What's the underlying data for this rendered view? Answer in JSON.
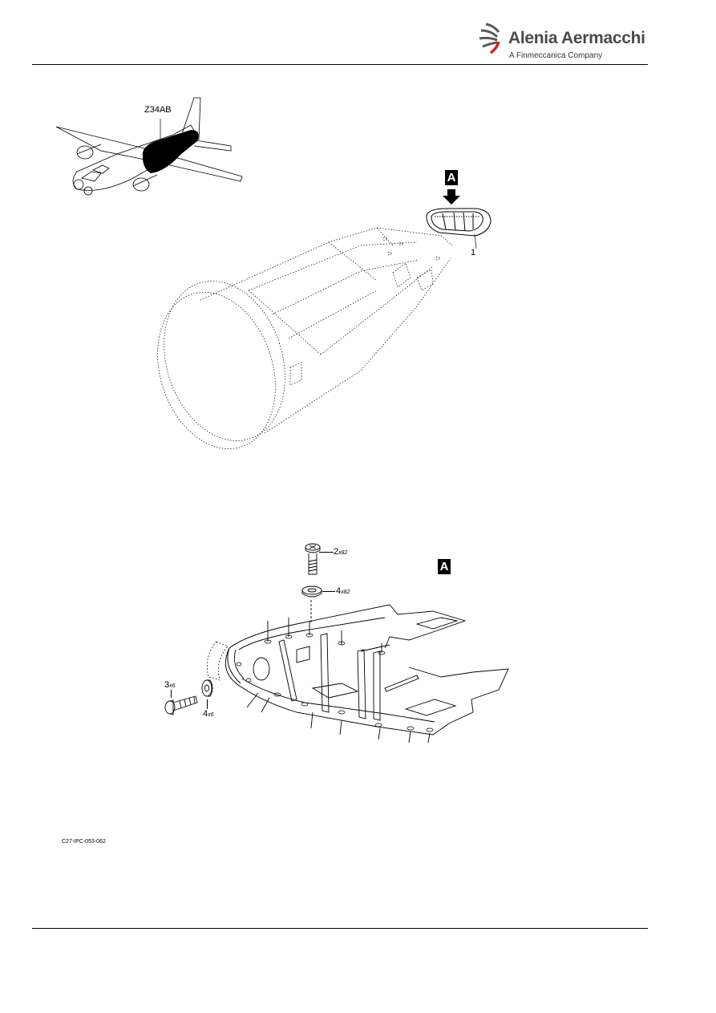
{
  "header": {
    "brand_name": "Alenia Aermacchi",
    "brand_sub": "A Finmeccanica Company"
  },
  "figure": {
    "zone_label": "Z34AB",
    "view_label": "A",
    "items": [
      {
        "item": "1",
        "qty": ""
      },
      {
        "item": "2",
        "qty": "x82"
      },
      {
        "item": "4",
        "qty": "x82"
      },
      {
        "item": "3",
        "qty": "x6"
      },
      {
        "item": "4",
        "qty": "x6"
      }
    ],
    "figure_number": "C27-IPC-053-062"
  },
  "colors": {
    "brand_red": "#d32027",
    "brand_grey": "#5a5a5a",
    "line": "#000000"
  }
}
